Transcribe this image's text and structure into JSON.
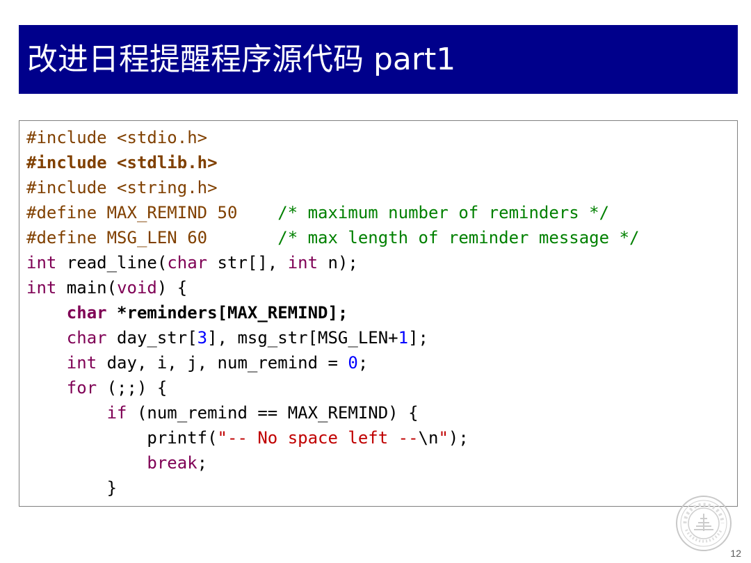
{
  "slide": {
    "title": "改进日程提醒程序源代码 part1",
    "page_number": "12"
  },
  "colors": {
    "title_bg": "#00008b",
    "preprocessor": "#804000",
    "keyword": "#7f0055",
    "comment": "#008000",
    "number": "#0000ff",
    "string": "#c00000"
  },
  "code_lines": [
    [
      {
        "t": "#include <stdio.h>",
        "k": "pp"
      }
    ],
    [
      {
        "t": "#include <stdlib.h>",
        "k": "pp",
        "b": true
      }
    ],
    [
      {
        "t": "#include <string.h>",
        "k": "pp"
      }
    ],
    [
      {
        "t": "#define MAX_REMIND 50",
        "k": "pp"
      },
      {
        "t": "    "
      },
      {
        "t": "/* maximum number of reminders */",
        "k": "cm"
      }
    ],
    [
      {
        "t": "#define MSG_LEN 60",
        "k": "pp"
      },
      {
        "t": "       "
      },
      {
        "t": "/* max length of reminder message */",
        "k": "cm"
      }
    ],
    [
      {
        "t": "int",
        "k": "kw"
      },
      {
        "t": " read_line("
      },
      {
        "t": "char",
        "k": "kw"
      },
      {
        "t": " str[], "
      },
      {
        "t": "int",
        "k": "kw"
      },
      {
        "t": " n);"
      }
    ],
    [
      {
        "t": "int",
        "k": "kw"
      },
      {
        "t": " main("
      },
      {
        "t": "void",
        "k": "kw"
      },
      {
        "t": ") {"
      }
    ],
    [
      {
        "t": "    "
      },
      {
        "t": "char",
        "k": "kw",
        "b": true
      },
      {
        "t": " *reminders[MAX_REMIND];",
        "b": true
      }
    ],
    [
      {
        "t": "    "
      },
      {
        "t": "char",
        "k": "kw"
      },
      {
        "t": " day_str["
      },
      {
        "t": "3",
        "k": "num"
      },
      {
        "t": "], msg_str[MSG_LEN+"
      },
      {
        "t": "1",
        "k": "num"
      },
      {
        "t": "];"
      }
    ],
    [
      {
        "t": "    "
      },
      {
        "t": "int",
        "k": "kw"
      },
      {
        "t": " day, i, j, num_remind = "
      },
      {
        "t": "0",
        "k": "num"
      },
      {
        "t": ";"
      }
    ],
    [
      {
        "t": "    "
      },
      {
        "t": "for",
        "k": "kw"
      },
      {
        "t": " (;;) {"
      }
    ],
    [
      {
        "t": "        "
      },
      {
        "t": "if",
        "k": "kw"
      },
      {
        "t": " (num_remind == MAX_REMIND) {"
      }
    ],
    [
      {
        "t": "            printf("
      },
      {
        "t": "\"-- No space left --",
        "k": "str"
      },
      {
        "t": "\\n"
      },
      {
        "t": "\"",
        "k": "str"
      },
      {
        "t": ");"
      }
    ],
    [
      {
        "t": "            "
      },
      {
        "t": "break",
        "k": "kw"
      },
      {
        "t": ";"
      }
    ],
    [
      {
        "t": "        }"
      }
    ]
  ]
}
